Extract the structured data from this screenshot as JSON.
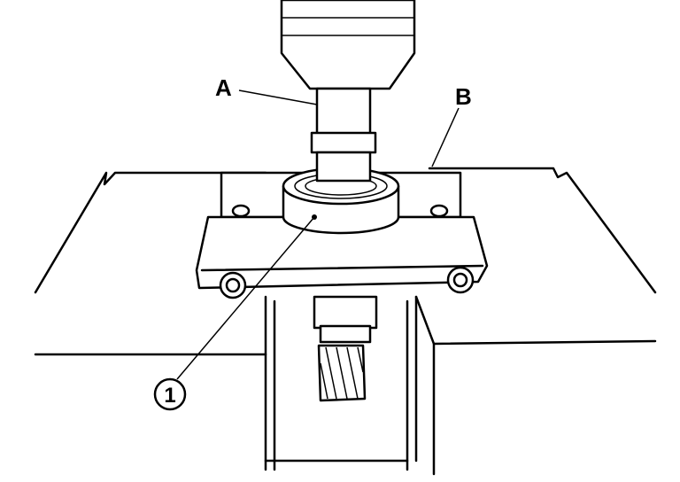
{
  "labels": {
    "a": "A",
    "b": "B",
    "item_1": "1"
  },
  "colors": {
    "line": "#000000",
    "background": "#ffffff"
  }
}
